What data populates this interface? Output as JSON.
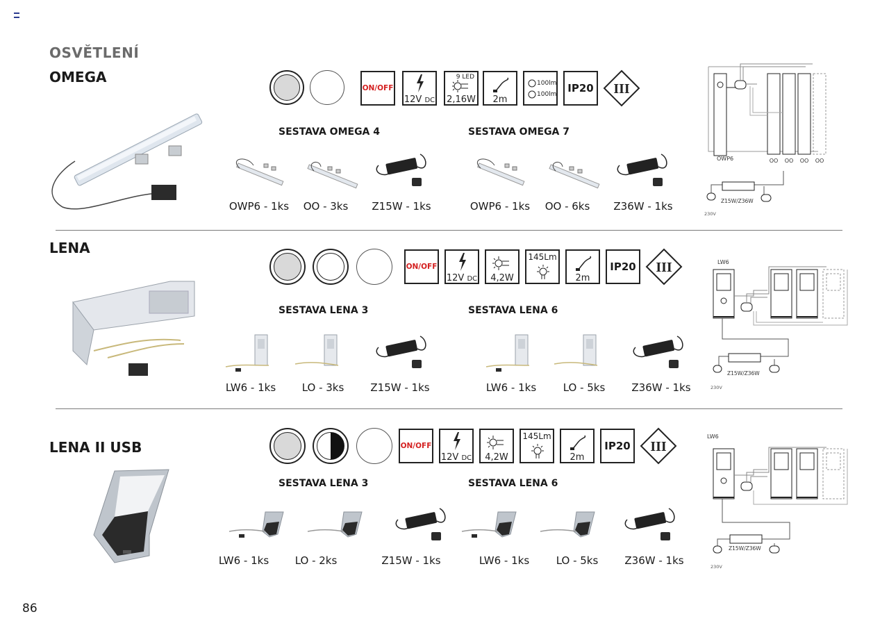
{
  "category": "OSVĚTLENÍ",
  "page_number": "86",
  "sections": [
    {
      "name": "OMEGA",
      "icons": {
        "onoff": "ON/OFF",
        "voltage": "12V",
        "dc": "DC",
        "led_count": "9 LED",
        "power": "2,16W",
        "cable": "2m",
        "lumen_a": "100lm",
        "lumen_b": "100lm",
        "ip": "IP20",
        "class": "III"
      },
      "sets": [
        {
          "title": "SESTAVA OMEGA 4",
          "items": [
            "OWP6 - 1ks",
            "OO - 3ks",
            "Z15W - 1ks"
          ]
        },
        {
          "title": "SESTAVA OMEGA 7",
          "items": [
            "OWP6 - 1ks",
            "OO - 6ks",
            "Z36W - 1ks"
          ]
        }
      ],
      "diagram": {
        "main": "OWP6",
        "aux": "OO",
        "driver": "Z15W/Z36W",
        "mains": "230V"
      }
    },
    {
      "name": "LENA",
      "icons": {
        "onoff": "ON/OFF",
        "voltage": "12V",
        "dc": "DC",
        "power": "4,2W",
        "lumen": "145Lm",
        "cable": "2m",
        "ip": "IP20",
        "class": "III"
      },
      "sets": [
        {
          "title": "SESTAVA LENA 3",
          "items": [
            "LW6 - 1ks",
            "LO - 3ks",
            "Z15W - 1ks"
          ]
        },
        {
          "title": "SESTAVA LENA 6",
          "items": [
            "LW6 - 1ks",
            "LO - 5ks",
            "Z36W - 1ks"
          ]
        }
      ],
      "diagram": {
        "main": "LW6",
        "driver": "Z15W/Z36W",
        "mains": "230V"
      }
    },
    {
      "name": "LENA II USB",
      "icons": {
        "onoff": "ON/OFF",
        "voltage": "12V",
        "dc": "DC",
        "power": "4,2W",
        "lumen": "145Lm",
        "cable": "2m",
        "ip": "IP20",
        "class": "III"
      },
      "sets": [
        {
          "title": "SESTAVA LENA 3",
          "items": [
            "LW6 - 1ks",
            "LO - 2ks",
            "Z15W - 1ks"
          ]
        },
        {
          "title": "SESTAVA LENA 6",
          "items": [
            "LW6 - 1ks",
            "LO - 5ks",
            "Z36W - 1ks"
          ]
        }
      ],
      "diagram": {
        "main": "LW6",
        "driver": "Z15W/Z36W",
        "mains": "230V"
      }
    }
  ],
  "colors": {
    "category": "#6b6b6b",
    "onoff": "#d42020",
    "swatch_grey": "#d9d9d9",
    "divider": "#7a7a7a"
  }
}
